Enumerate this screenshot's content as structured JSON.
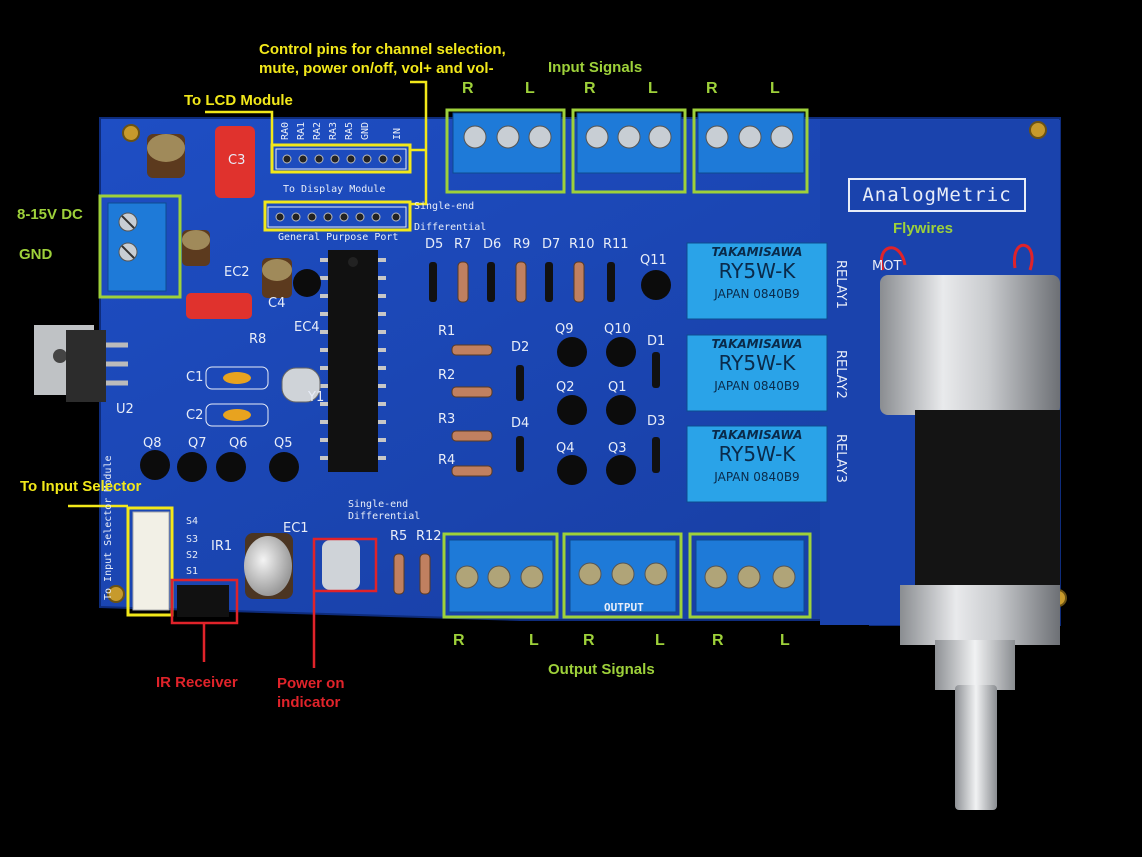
{
  "annotations": {
    "control_pins": "Control pins for channel selection,\nmute, power on/off, vol+ and vol-",
    "lcd_module": "To LCD Module",
    "input_signals": "Input Signals",
    "power_dc": "8-15V DC",
    "gnd": "GND",
    "flywires": "Flywires",
    "input_selector": "To Input Selector",
    "ir_receiver": "IR Receiver",
    "power_indicator": "Power on\nindicator",
    "output_signals": "Output Signals"
  },
  "input_channels": [
    "R",
    "L",
    "R",
    "L",
    "R",
    "L"
  ],
  "output_channels": [
    "R",
    "L",
    "R",
    "L",
    "R",
    "L"
  ],
  "board_labels": {
    "brand": "AnalogMetric",
    "to_display_module": "To Display Module",
    "general_purpose_port": "General Purpose Port",
    "single_end": "Single-end",
    "differential": "Differential",
    "output": "OUTPUT",
    "to_input_selector_module": "To Input Selector Module",
    "pin_header_top": [
      "RA0",
      "RA1",
      "RA2",
      "RA3",
      "RA5",
      "GND",
      "IN"
    ],
    "selector_pins": [
      "S4",
      "S3",
      "S2",
      "S1"
    ],
    "components": [
      "D5",
      "R7",
      "D6",
      "R9",
      "D7",
      "R10",
      "R11",
      "Q11",
      "R1",
      "R2",
      "R3",
      "R4",
      "D2",
      "D4",
      "D1",
      "D3",
      "Q9",
      "Q10",
      "Q2",
      "Q1",
      "Q4",
      "Q3",
      "Q8",
      "Q7",
      "Q6",
      "Q5",
      "C1",
      "C2",
      "C3",
      "C4",
      "EC1",
      "EC2",
      "EC4",
      "R5",
      "R12",
      "IR1",
      "U2",
      "R8",
      "Y1",
      "MOT",
      "RELAY1",
      "RELAY2",
      "RELAY3"
    ],
    "relays": [
      {
        "brand": "TAKAMISAWA",
        "model": "RY5W-K",
        "origin": "JAPAN 0840B9"
      },
      {
        "brand": "TAKAMISAWA",
        "model": "RY5W-K",
        "origin": "JAPAN 0840B9"
      },
      {
        "brand": "TAKAMISAWA",
        "model": "RY5W-K",
        "origin": "JAPAN 0840B9"
      }
    ]
  },
  "colors": {
    "pcb": "#1c46b8",
    "annotation_yellow": "#f2e81a",
    "annotation_green": "#9ed13a",
    "annotation_red": "#e0232a",
    "terminal_blue": "#1e7ad8",
    "relay_blue": "#2aa3e8"
  }
}
